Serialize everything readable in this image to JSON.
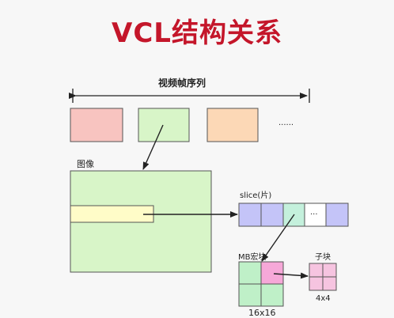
{
  "title": "VCL结构关系",
  "labels": {
    "video_sequence": "视频帧序列",
    "ellipsis_frames": "......",
    "picture": "图像",
    "slice": "slice(片)",
    "slice_ellipsis": "...",
    "macroblock": "MB宏块",
    "subblock": "子块",
    "mb_size": "16x16",
    "sub_size": "4x4"
  },
  "colors": {
    "title": "#c4162a",
    "frame_pink": "#f8c4c0",
    "frame_green": "#d8f5c8",
    "frame_orange": "#fcd8b6",
    "picture_fill": "#d8f5c8",
    "slice_strip": "#fffcc8",
    "slice_lavender": "#c4c4f8",
    "slice_teal": "#c4f0dc",
    "mb_green": "#bff0c8",
    "mb_pink": "#f6a8d8",
    "subblock_pink": "#f6c4e0",
    "arrow": "#222222"
  }
}
